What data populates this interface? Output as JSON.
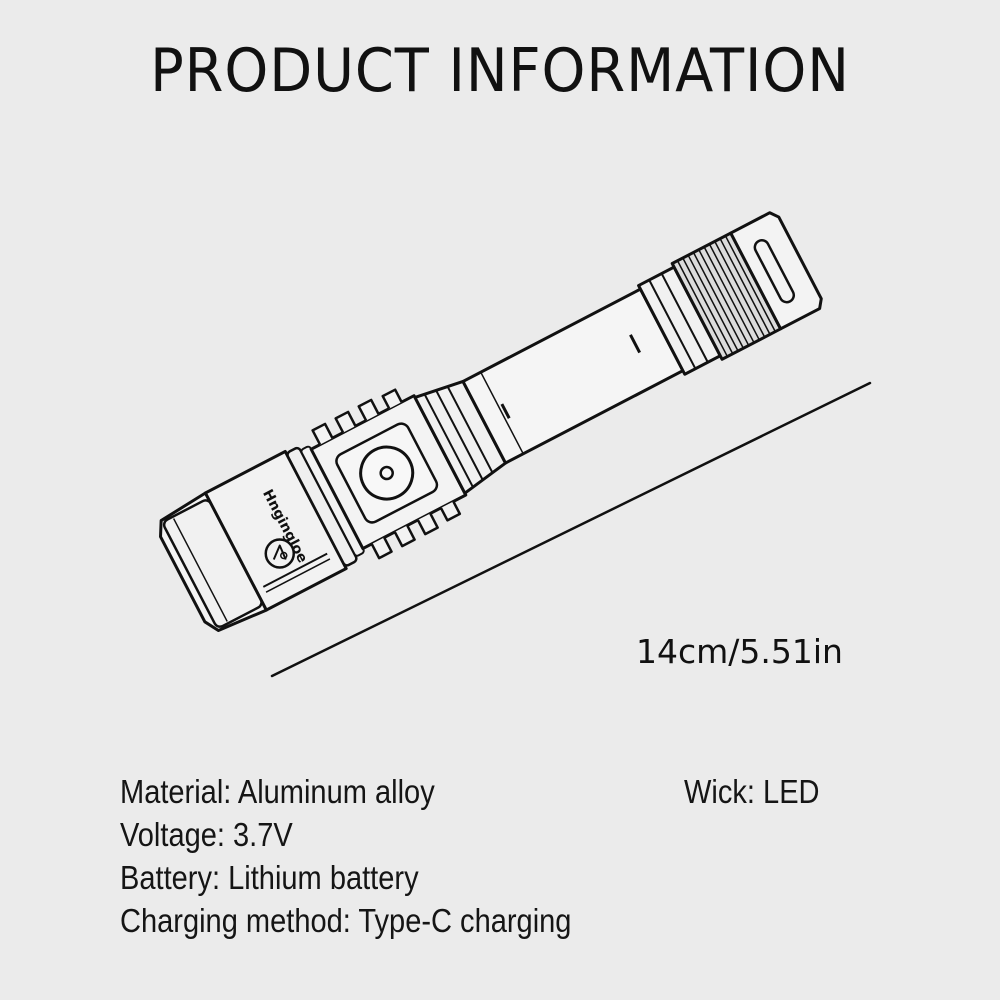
{
  "title": "PRODUCT INFORMATION",
  "product": {
    "type": "flashlight",
    "brand_mark": "Hngingloe",
    "illustration_style": "black-and-white line sketch"
  },
  "dimension": {
    "label": "14cm/5.51in"
  },
  "specs": {
    "material": "Material: Aluminum alloy",
    "wick": "Wick: LED",
    "voltage": "Voltage: 3.7V",
    "battery": "Battery: Lithium battery",
    "charging": "Charging method: Type-C charging"
  },
  "colors": {
    "background": "#ebebeb",
    "ink": "#111111"
  }
}
